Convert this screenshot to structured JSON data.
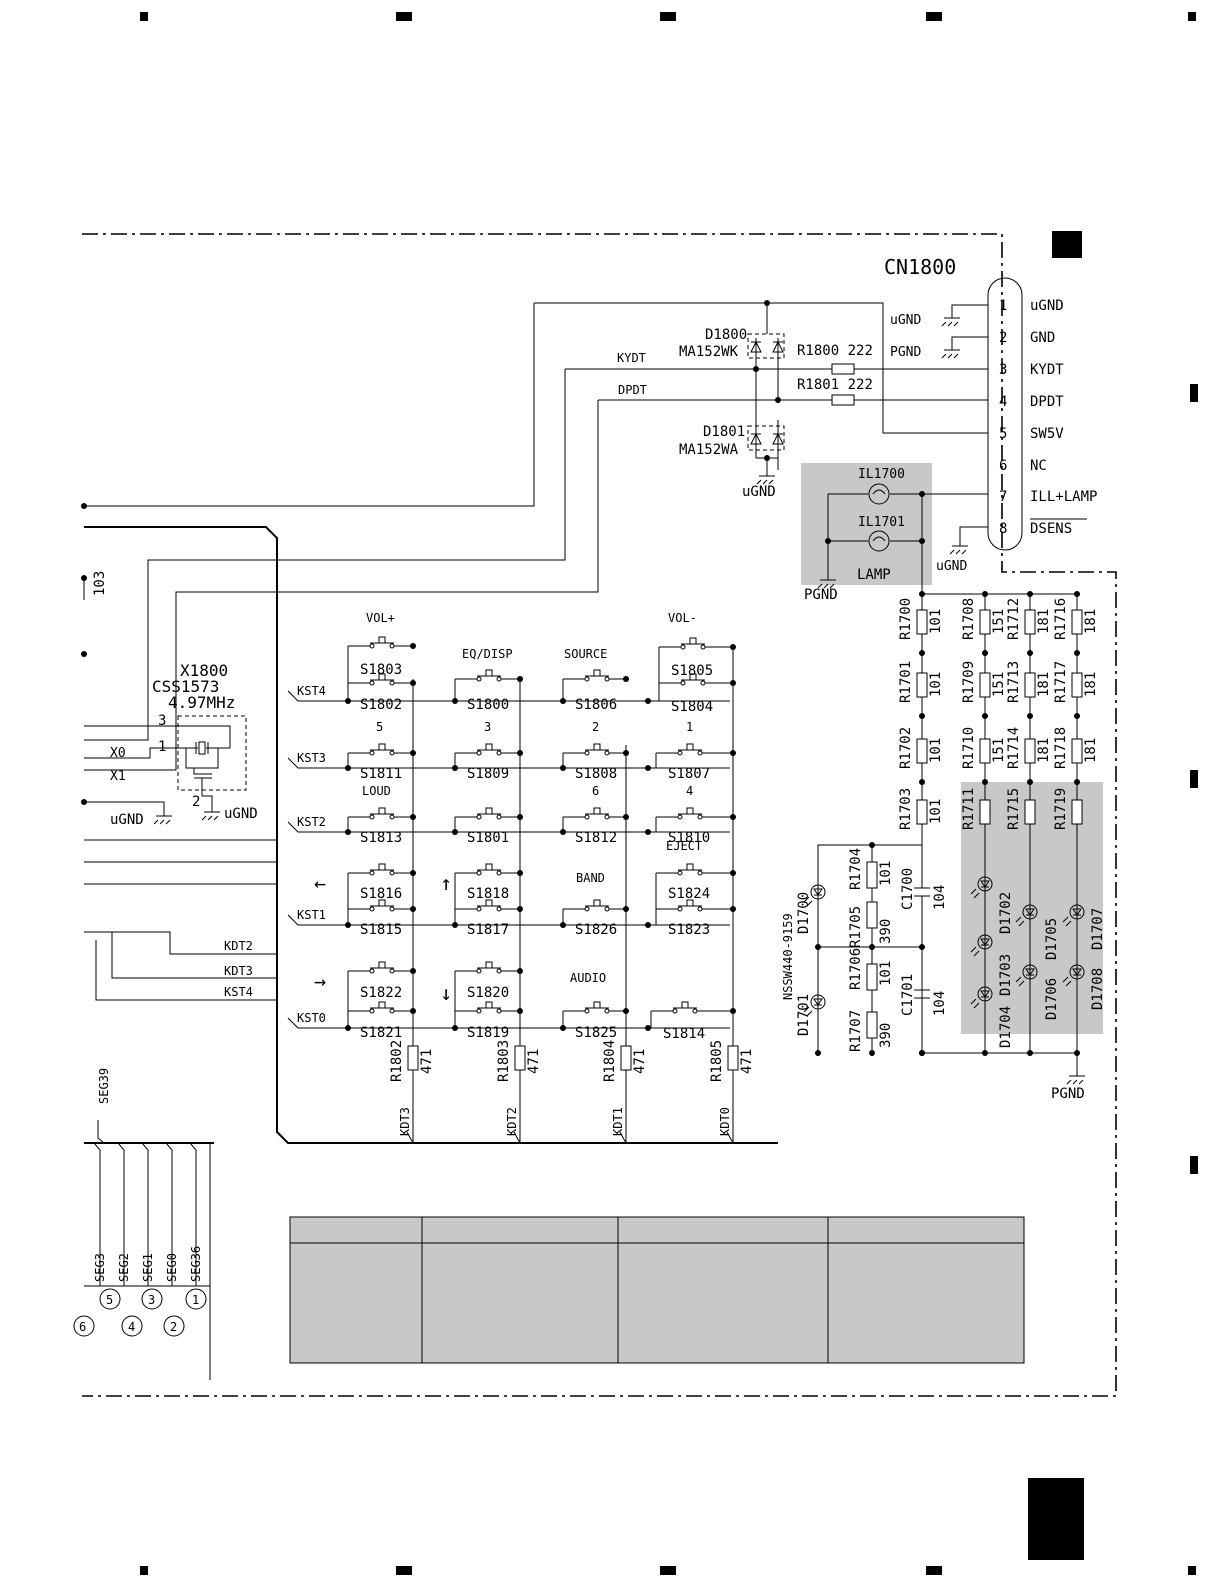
{
  "connector": {
    "ref": "CN1800",
    "pins": [
      {
        "num": "1",
        "name": "uGND"
      },
      {
        "num": "2",
        "name": "GND"
      },
      {
        "num": "3",
        "name": "KYDT"
      },
      {
        "num": "4",
        "name": "DPDT"
      },
      {
        "num": "5",
        "name": "SW5V"
      },
      {
        "num": "6",
        "name": "NC"
      },
      {
        "num": "7",
        "name": "ILL+LAMP"
      },
      {
        "num": "8",
        "name": "DSENS"
      }
    ],
    "gnd_labels": [
      "uGND",
      "PGND",
      "uGND"
    ]
  },
  "diodes": {
    "d1800_ref": "D1800",
    "d1800_part": "MA152WK",
    "d1801_ref": "D1801",
    "d1801_part": "MA152WA",
    "gnd": "uGND"
  },
  "resistors_top": [
    {
      "ref": "R1800",
      "value": "222"
    },
    {
      "ref": "R1801",
      "value": "222"
    }
  ],
  "nets": {
    "kydt": "KYDT",
    "dpdt": "DPDT"
  },
  "lamps": {
    "il1700": "IL1700",
    "il1701": "IL1701",
    "label": "LAMP",
    "gnd": "PGND"
  },
  "crystal": {
    "ref": "X1800",
    "part": "CSS1573",
    "freq": "4.97MHz",
    "pin1": "1",
    "pin2": "2",
    "pin3": "3",
    "x0": "X0",
    "x1": "X1",
    "gnd": "uGND",
    "gnd2": "uGND"
  },
  "cap_103": "103",
  "switches": [
    {
      "ref": "S1803",
      "label": "VOL+"
    },
    {
      "ref": "S1802",
      "label": ""
    },
    {
      "ref": "S1800",
      "label": "EQ/DISP"
    },
    {
      "ref": "S1806",
      "label": "SOURCE"
    },
    {
      "ref": "S1805",
      "label": "VOL-"
    },
    {
      "ref": "S1804",
      "label": ""
    },
    {
      "ref": "S1811",
      "label": "5"
    },
    {
      "ref": "S1809",
      "label": "3"
    },
    {
      "ref": "S1808",
      "label": "2"
    },
    {
      "ref": "S1807",
      "label": "1"
    },
    {
      "ref": "S1813",
      "label": "LOUD"
    },
    {
      "ref": "S1801",
      "label": ""
    },
    {
      "ref": "S1812",
      "label": "6"
    },
    {
      "ref": "S1810",
      "label": "4"
    },
    {
      "ref": "S1816",
      "label": "←"
    },
    {
      "ref": "S1815",
      "label": ""
    },
    {
      "ref": "S1818",
      "label": "↑"
    },
    {
      "ref": "S1817",
      "label": ""
    },
    {
      "ref": "S1826",
      "label": "BAND"
    },
    {
      "ref": "S1824",
      "label": "EJECT"
    },
    {
      "ref": "S1823",
      "label": ""
    },
    {
      "ref": "S1822",
      "label": "→"
    },
    {
      "ref": "S1821",
      "label": ""
    },
    {
      "ref": "S1820",
      "label": "↓"
    },
    {
      "ref": "S1819",
      "label": ""
    },
    {
      "ref": "S1825",
      "label": "AUDIO"
    },
    {
      "ref": "S1814",
      "label": ""
    }
  ],
  "rows": [
    "KST4",
    "KST3",
    "KST2",
    "KST1",
    "KST0"
  ],
  "kdt_left": [
    "KDT2",
    "KDT3",
    "KST4"
  ],
  "col_resistors": [
    {
      "ref": "R1802",
      "value": "471",
      "net": "KDT3"
    },
    {
      "ref": "R1803",
      "value": "471",
      "net": "KDT2"
    },
    {
      "ref": "R1804",
      "value": "471",
      "net": "KDT1"
    },
    {
      "ref": "R1805",
      "value": "471",
      "net": "KDT0"
    }
  ],
  "led_resistors": [
    {
      "ref": "R1700",
      "value": "101"
    },
    {
      "ref": "R1701",
      "value": "101"
    },
    {
      "ref": "R1702",
      "value": "101"
    },
    {
      "ref": "R1703",
      "value": "101"
    },
    {
      "ref": "R1708",
      "value": "151"
    },
    {
      "ref": "R1709",
      "value": "151"
    },
    {
      "ref": "R1710",
      "value": "151"
    },
    {
      "ref": "R1711",
      "value": ""
    },
    {
      "ref": "R1712",
      "value": "181"
    },
    {
      "ref": "R1713",
      "value": "181"
    },
    {
      "ref": "R1714",
      "value": "181"
    },
    {
      "ref": "R1715",
      "value": ""
    },
    {
      "ref": "R1716",
      "value": "181"
    },
    {
      "ref": "R1717",
      "value": "181"
    },
    {
      "ref": "R1718",
      "value": "181"
    },
    {
      "ref": "R1719",
      "value": ""
    },
    {
      "ref": "R1704",
      "value": "101"
    },
    {
      "ref": "R1705",
      "value": "390"
    },
    {
      "ref": "R1706",
      "value": "101"
    },
    {
      "ref": "R1707",
      "value": "390"
    }
  ],
  "caps": [
    {
      "ref": "C1700",
      "value": "104"
    },
    {
      "ref": "C1701",
      "value": "104"
    }
  ],
  "leds": [
    "D1700",
    "D1701",
    "D1702",
    "D1703",
    "D1704",
    "D1705",
    "D1706",
    "D1707",
    "D1708"
  ],
  "led_part": "NSSW440-9159",
  "pgnd_bottom": "PGND",
  "segments": [
    {
      "name": "SEG3",
      "pin": "5"
    },
    {
      "name": "SEG2",
      "pin": "4"
    },
    {
      "name": "SEG1",
      "pin": "3"
    },
    {
      "name": "SEG0",
      "pin": "2"
    },
    {
      "name": "SEG36",
      "pin": "1"
    }
  ],
  "seg_extra": {
    "seg39": "SEG39",
    "pin6": "6"
  }
}
